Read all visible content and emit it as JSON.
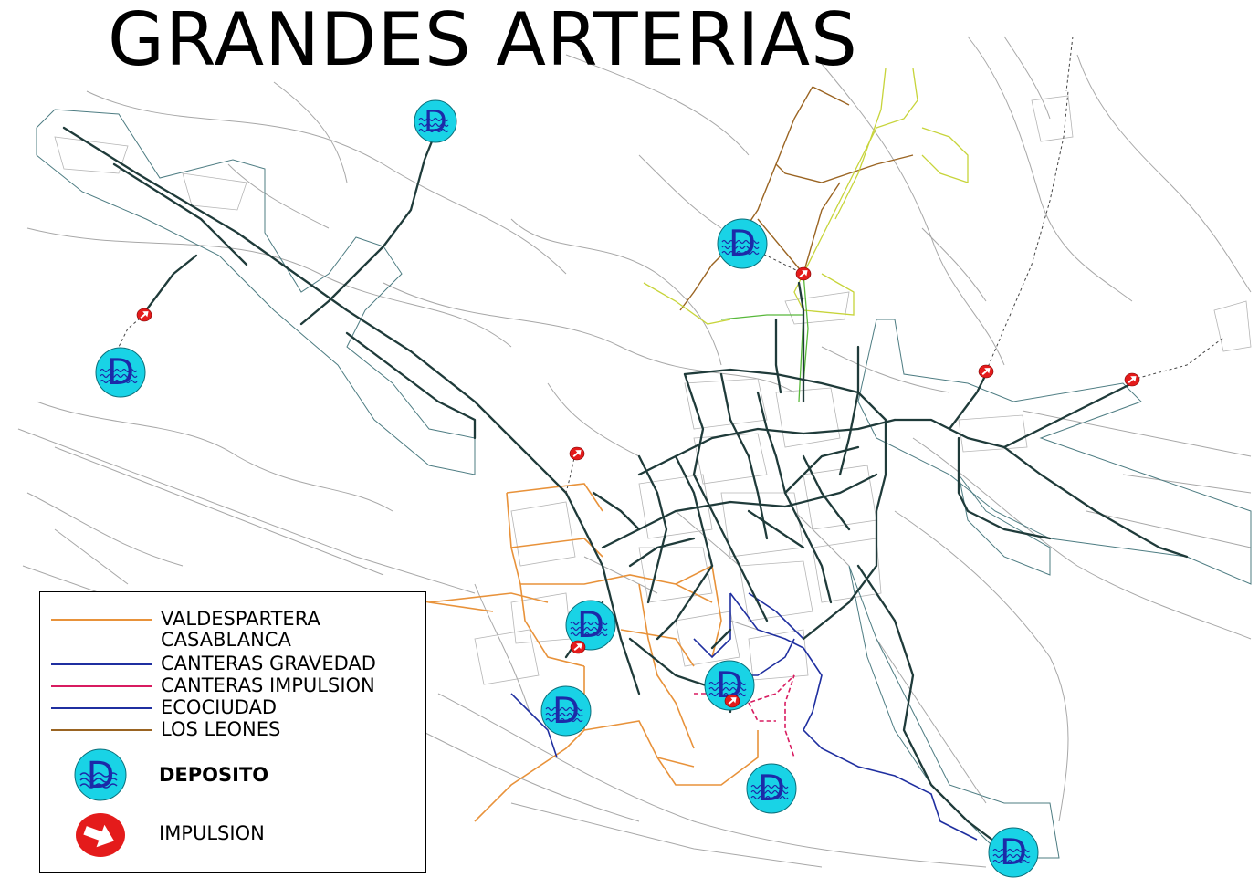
{
  "title": "GRANDES ARTERIAS",
  "legend": {
    "items": [
      {
        "label": "VALDESPARTERA\nCASABLANCA",
        "color": "#e8923a"
      },
      {
        "label": "CANTERAS GRAVEDAD",
        "color": "#1f2fa0"
      },
      {
        "label": "CANTERAS IMPULSION",
        "color": "#d81b60"
      },
      {
        "label": "ECOCIUDAD",
        "color": "#1f2fa0"
      },
      {
        "label": "LOS LEONES",
        "color": "#9a6422"
      }
    ],
    "deposito_label": "DEPOSITO",
    "impulsion_label": "IMPULSION"
  },
  "symbols": {
    "deposito_letter": "D",
    "deposito_fill": "#19d3e6",
    "deposito_letter_color": "#1c2aa8",
    "impulsion_fill": "#e41b1b",
    "impulsion_icon": "white-arrow-right"
  },
  "colors": {
    "main_network": "#1f3b3a",
    "streets": "#9a9a9a",
    "boundary": "#3f6e74",
    "casablanca": "#e8923a",
    "leones": "#9a6422",
    "yellow_green": "#c7d43a",
    "green": "#58b83a"
  }
}
